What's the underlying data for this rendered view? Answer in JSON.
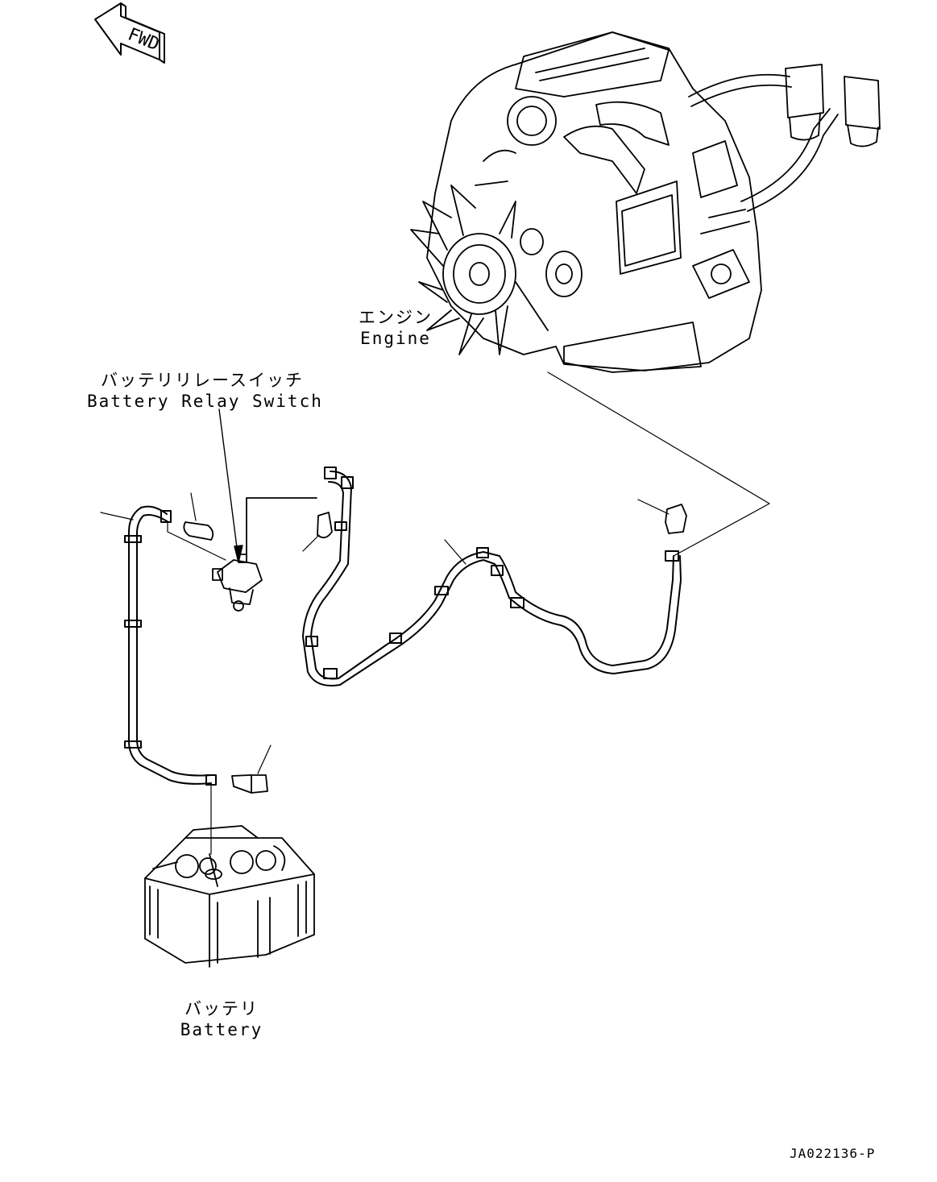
{
  "fwd_arrow": {
    "text": "FWD"
  },
  "labels": {
    "engine": {
      "jp": "エンジン",
      "en": "Engine"
    },
    "battery_relay_switch": {
      "jp": "バッテリリレースイッチ",
      "en": "Battery Relay Switch"
    },
    "battery": {
      "jp": "バッテリ",
      "en": "Battery"
    }
  },
  "drawing_code": "JA022136-P"
}
